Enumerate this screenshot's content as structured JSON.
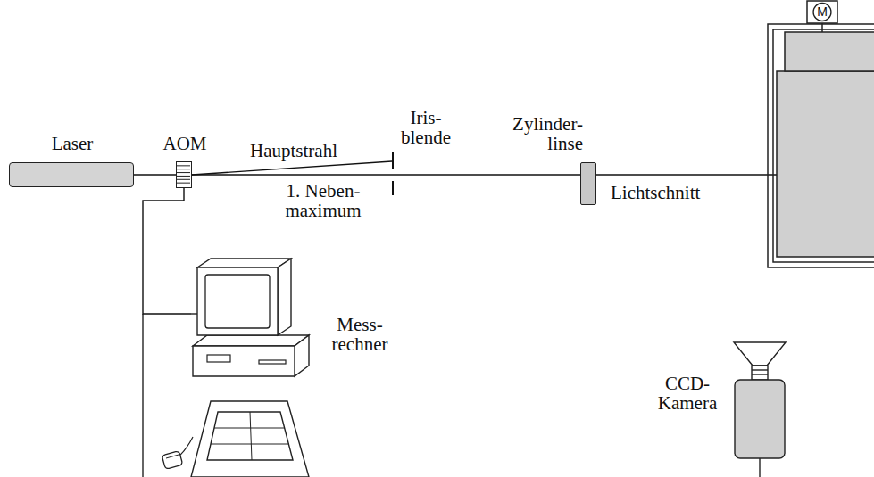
{
  "diagram": {
    "nodes": [
      {
        "text": [
          "Laser"
        ]
      },
      {
        "text": [
          "AOM"
        ]
      },
      {
        "text": [
          "Zylinder- linse"
        ]
      },
      {
        "text": [
          "Mess- rechner"
        ]
      },
      {
        "text": [
          "CCD- Kamera"
        ]
      }
    ],
    "edges": [
      {
        "from": 0,
        "to": 1,
        "arrow": "none"
      },
      {
        "from": 1,
        "to": 2,
        "arrow": "none"
      },
      {
        "from": 1,
        "to": 3,
        "arrow": "none"
      }
    ],
    "labels": [
      "Hauptstrahl",
      "1. Neben- maximum",
      "Iris- blende",
      "Lichtschnitt",
      "M"
    ]
  }
}
